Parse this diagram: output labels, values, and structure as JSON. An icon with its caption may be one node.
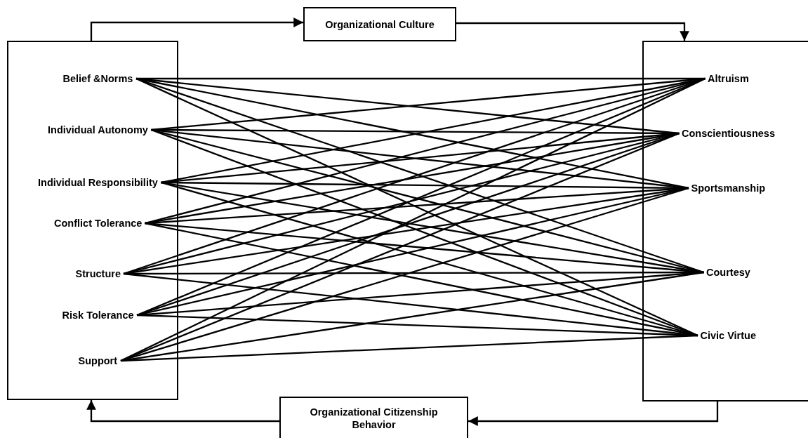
{
  "diagram": {
    "nodes": [
      {
        "text": [
          "Organizational Culture"
        ]
      },
      {
        "text": [],
        "shape": "box"
      },
      {
        "text": [
          "Belief &Norms"
        ],
        "in": 1
      },
      {
        "text": [
          "Individual Autonomy"
        ],
        "in": 1
      },
      {
        "text": [
          "Individual Responsibility"
        ],
        "in": 1
      },
      {
        "text": [
          "Conflict Tolerance"
        ],
        "in": 1
      },
      {
        "text": [
          "Structure"
        ],
        "in": 1
      },
      {
        "text": [
          "Risk Tolerance"
        ],
        "in": 1
      },
      {
        "text": [
          "Support"
        ],
        "in": 1
      },
      {
        "text": [],
        "shape": "box"
      },
      {
        "text": [
          "Altruism"
        ],
        "in": 9
      },
      {
        "text": [
          "Conscientiousness"
        ],
        "in": 9
      },
      {
        "text": [
          "Sportsmanship"
        ],
        "in": 9
      },
      {
        "text": [
          "Courtesy"
        ],
        "in": 9
      },
      {
        "text": [
          "Civic Virtue"
        ],
        "in": 9
      },
      {
        "text": [
          "Organizational Citizenship Behavior"
        ]
      }
    ],
    "edges": [
      {
        "from": 1,
        "to": 0,
        "arrow": "to"
      },
      {
        "from": 0,
        "to": 9,
        "arrow": "to"
      },
      {
        "from": 9,
        "to": 15,
        "arrow": "to"
      },
      {
        "from": 15,
        "to": 1,
        "arrow": "to"
      },
      {
        "from": 2,
        "to": 10,
        "arrow": "none"
      },
      {
        "from": 2,
        "to": 11,
        "arrow": "none"
      },
      {
        "from": 2,
        "to": 12,
        "arrow": "none"
      },
      {
        "from": 2,
        "to": 13,
        "arrow": "none"
      },
      {
        "from": 2,
        "to": 14,
        "arrow": "none"
      },
      {
        "from": 3,
        "to": 10,
        "arrow": "none"
      },
      {
        "from": 3,
        "to": 11,
        "arrow": "none"
      },
      {
        "from": 3,
        "to": 12,
        "arrow": "none"
      },
      {
        "from": 3,
        "to": 13,
        "arrow": "none"
      },
      {
        "from": 3,
        "to": 14,
        "arrow": "none"
      },
      {
        "from": 4,
        "to": 10,
        "arrow": "none"
      },
      {
        "from": 4,
        "to": 11,
        "arrow": "none"
      },
      {
        "from": 4,
        "to": 12,
        "arrow": "none"
      },
      {
        "from": 4,
        "to": 13,
        "arrow": "none"
      },
      {
        "from": 4,
        "to": 14,
        "arrow": "none"
      },
      {
        "from": 5,
        "to": 10,
        "arrow": "none"
      },
      {
        "from": 5,
        "to": 11,
        "arrow": "none"
      },
      {
        "from": 5,
        "to": 12,
        "arrow": "none"
      },
      {
        "from": 5,
        "to": 13,
        "arrow": "none"
      },
      {
        "from": 5,
        "to": 14,
        "arrow": "none"
      },
      {
        "from": 6,
        "to": 10,
        "arrow": "none"
      },
      {
        "from": 6,
        "to": 11,
        "arrow": "none"
      },
      {
        "from": 6,
        "to": 12,
        "arrow": "none"
      },
      {
        "from": 6,
        "to": 13,
        "arrow": "none"
      },
      {
        "from": 6,
        "to": 14,
        "arrow": "none"
      },
      {
        "from": 7,
        "to": 10,
        "arrow": "none"
      },
      {
        "from": 7,
        "to": 11,
        "arrow": "none"
      },
      {
        "from": 7,
        "to": 12,
        "arrow": "none"
      },
      {
        "from": 7,
        "to": 13,
        "arrow": "none"
      },
      {
        "from": 7,
        "to": 14,
        "arrow": "none"
      },
      {
        "from": 8,
        "to": 10,
        "arrow": "none"
      },
      {
        "from": 8,
        "to": 11,
        "arrow": "none"
      },
      {
        "from": 8,
        "to": 12,
        "arrow": "none"
      },
      {
        "from": 8,
        "to": 13,
        "arrow": "none"
      },
      {
        "from": 8,
        "to": 14,
        "arrow": "none"
      }
    ]
  }
}
